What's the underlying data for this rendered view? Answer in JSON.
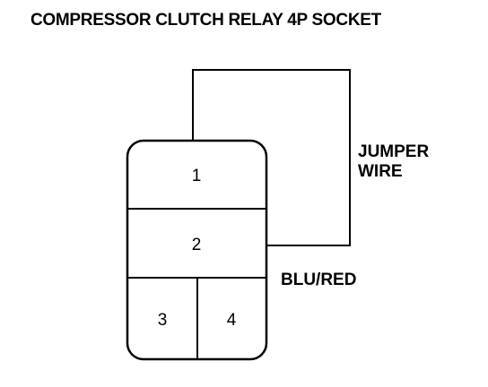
{
  "diagram": {
    "title": "COMPRESSOR CLUTCH RELAY 4P SOCKET",
    "pins": [
      "1",
      "2",
      "3",
      "4"
    ],
    "jumper_label_line1": "JUMPER",
    "jumper_label_line2": "WIRE",
    "wire_color_label": "BLU/RED"
  }
}
